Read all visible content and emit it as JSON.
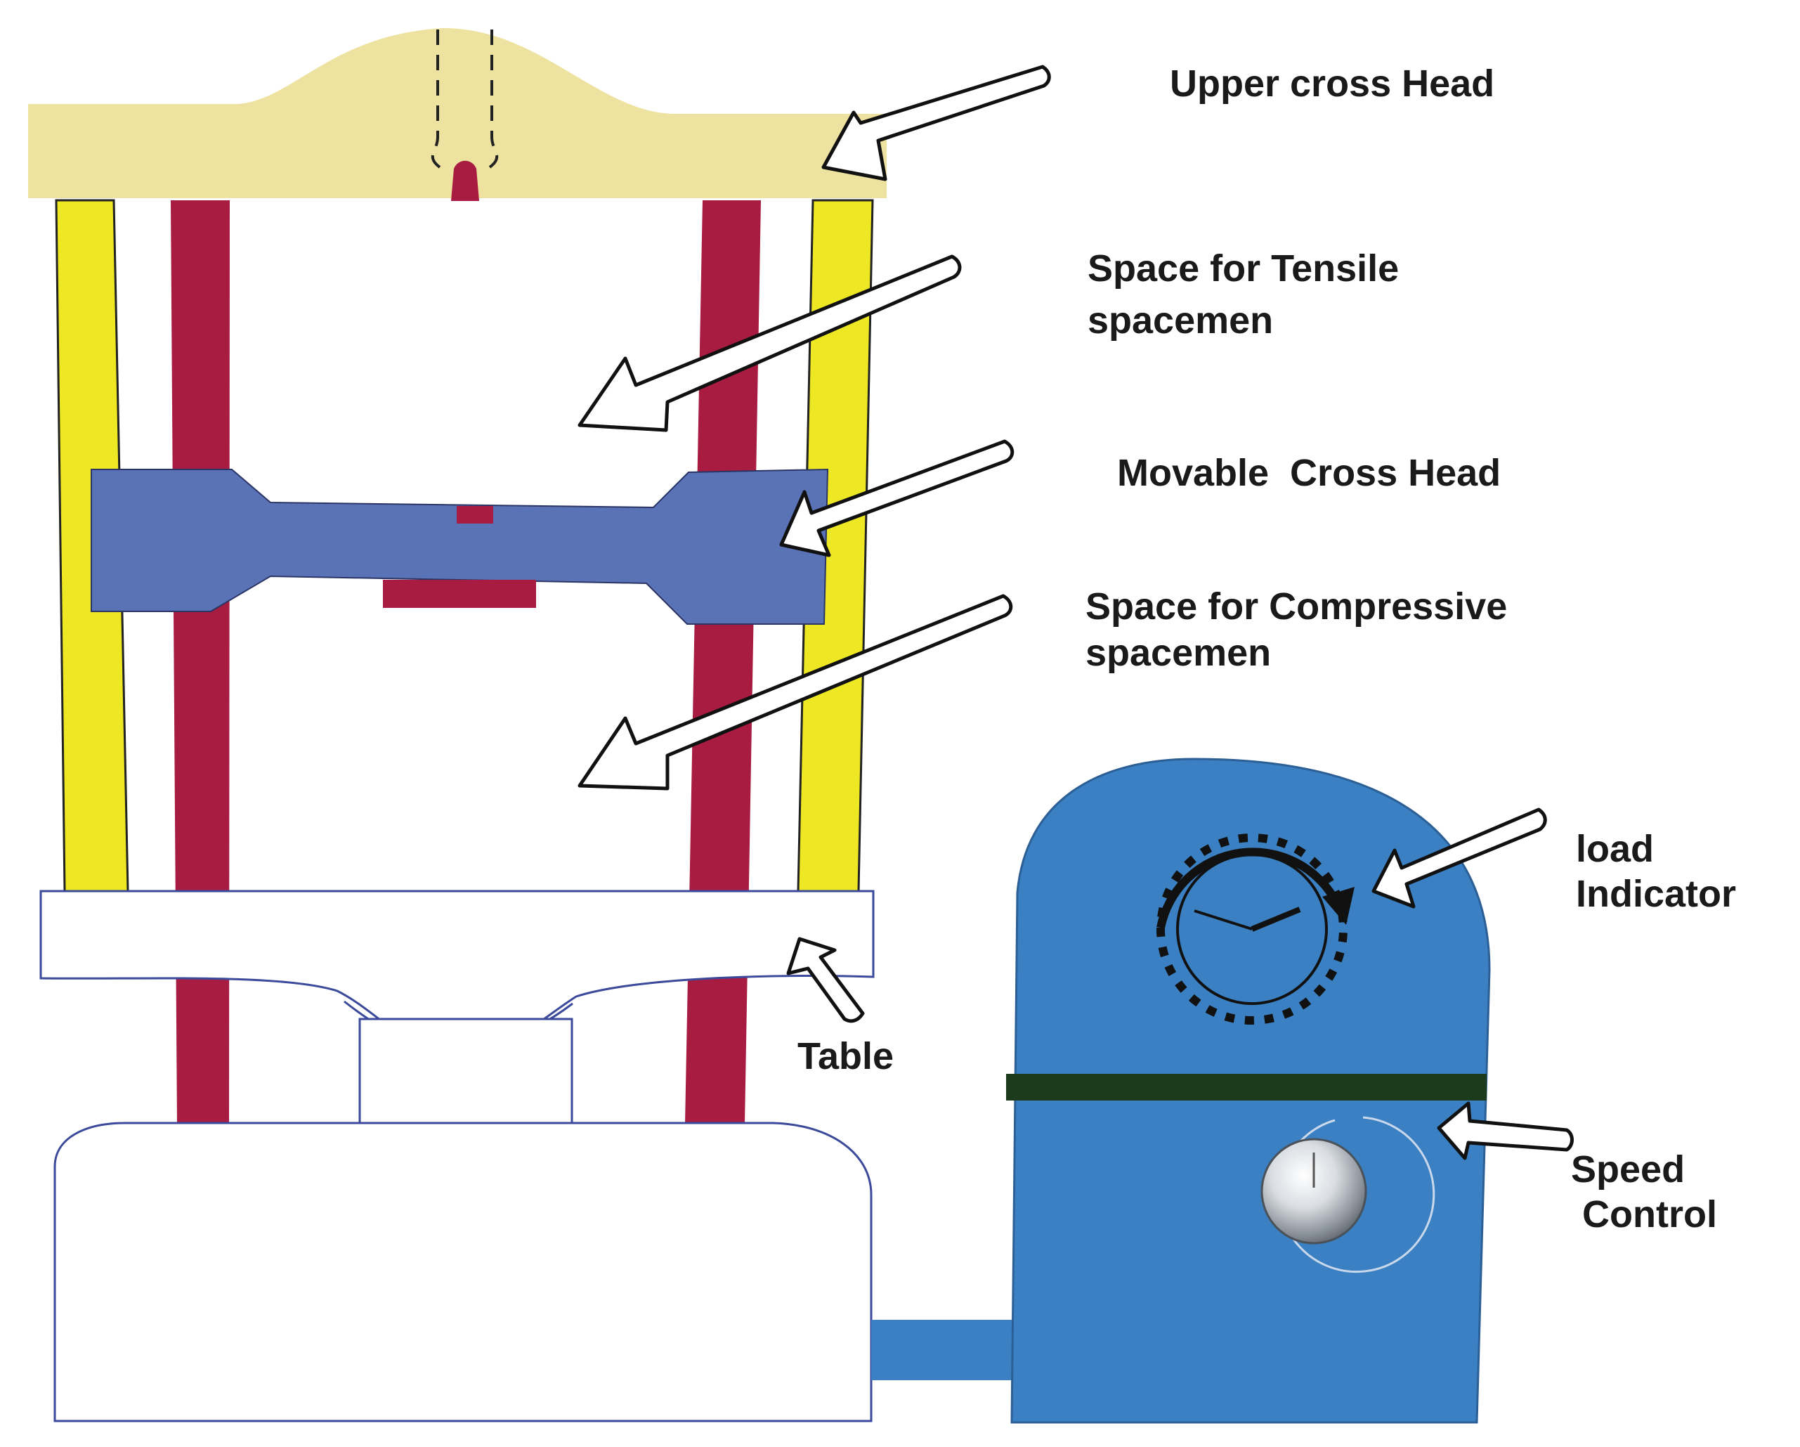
{
  "labels": {
    "upper_cross_head": "Upper cross Head",
    "tensile_line1": "Space for Tensile",
    "tensile_line2": "spacemen",
    "movable_cross_head": "Movable  Cross Head",
    "compressive_line1": "Space for Compressive",
    "compressive_line2": "spacemen",
    "load_line1": "load",
    "load_line2": "Indicator",
    "table": "Table",
    "speed_line1": "Speed",
    "speed_line2": "Control"
  },
  "colors": {
    "upper_cross_head": "#ede29f",
    "outer_columns": "#eee724",
    "inner_columns": "#a81c41",
    "movable_cross_head": "#5a73b6",
    "control_cabinet": "#3a80c2",
    "cabinet_band": "#1c3a1c",
    "outline": "#3b4a9a",
    "arrow_fill": "#ffffff",
    "arrow_stroke": "#111111"
  },
  "icons": {
    "dial": "clock-dial-icon",
    "knob": "rotary-knob-icon"
  }
}
